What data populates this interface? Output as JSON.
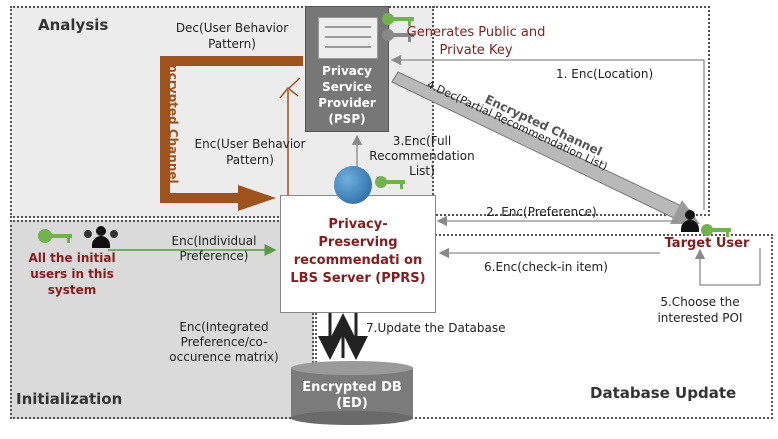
{
  "regions": {
    "analysis": "Analysis",
    "initialization": "Initialization",
    "database_update": "Database Update"
  },
  "psp": {
    "label": "Privacy Service Provider (PSP)"
  },
  "pprs": {
    "label": "Privacy-Preserving recommendati on LBS Server (PPRS)"
  },
  "db": {
    "label": "Encrypted DB (ED)"
  },
  "key_note": "Generates Public and Private Key",
  "target_user": "Target User",
  "initial_users": "All the initial users in this system",
  "encrypted_channel_left": "Encrypted Channel",
  "encrypted_channel_right": "Encrypted Channel",
  "edges": {
    "dec_behavior": "Dec(User Behavior Pattern)",
    "enc_behavior": "Enc(User Behavior Pattern)",
    "enc_location": "1. Enc(Location)",
    "enc_preference": "2. Enc(Preference)",
    "enc_full_rec": "3.Enc(Full Recommendation List)",
    "dec_partial_rec": "4.Dec(Partial Recommendation List)",
    "choose_poi": "5.Choose the interested POI",
    "enc_checkin": "6.Enc(check-in item)",
    "update_db": "7.Update the Database",
    "enc_individual_pref": "Enc(Individual Preference)",
    "enc_integrated_pref": "Enc(Integrated Preference/co-occurence matrix)"
  },
  "colors": {
    "analysis_bg": "#ececec",
    "init_bg": "#dadada",
    "psp_box": "#777777",
    "channel_arrow": "#a0521c",
    "gray_arrow": "#8a8a8a",
    "green_arrow": "#5a9a44",
    "label_maroon": "#8b1a1a",
    "key_green": "#6fb34a"
  },
  "icons": [
    "key-icon",
    "users-icon",
    "user-icon",
    "globe-icon",
    "server-icon",
    "database-icon"
  ]
}
